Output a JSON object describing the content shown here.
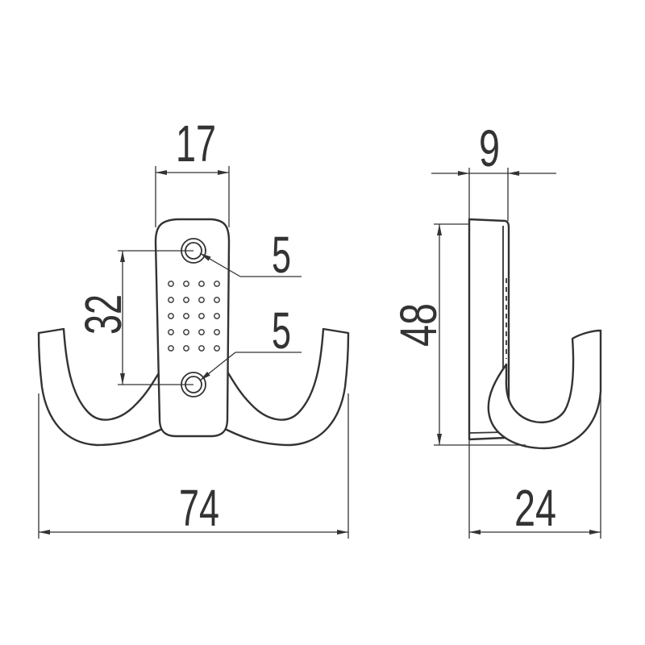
{
  "drawing": {
    "front_view": {
      "width_label": "17",
      "upper_hole_label": "5",
      "hole_spacing_label": "32",
      "lower_hole_label": "5",
      "overall_width_label": "74"
    },
    "side_view": {
      "thickness_label": "9",
      "height_label": "48",
      "depth_label": "24"
    }
  },
  "colors": {
    "line": "#333333",
    "background": "#ffffff"
  }
}
